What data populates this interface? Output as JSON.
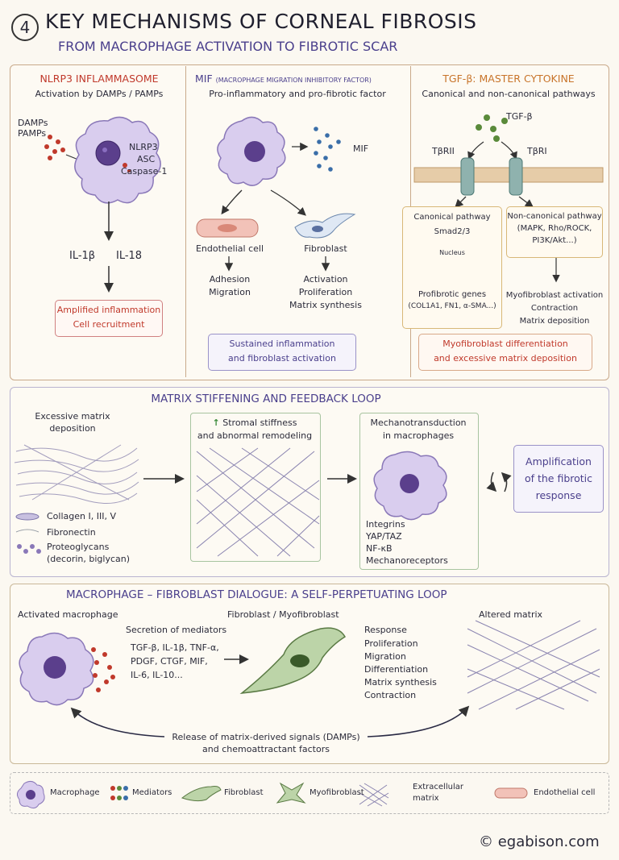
{
  "header": {
    "number": "4",
    "title": "KEY MECHANISMS OF CORNEAL FIBROSIS",
    "subtitle": "FROM MACROPHAGE ACTIVATION TO FIBROTIC SCAR"
  },
  "nlrp3": {
    "title": "NLRP3 INFLAMMASOME",
    "subtitle": "Activation by DAMPs / PAMPs",
    "damps": "DAMPs",
    "pamps": "PAMPs",
    "nlrp3_label": "NLRP3",
    "asc_label": "ASC",
    "caspase_label": "Caspase-1",
    "il1b": "IL-1β",
    "il18": "IL-18",
    "result_line1": "Amplified inflammation",
    "result_line2": "Cell recruitment"
  },
  "mif": {
    "title": "MIF",
    "title_note": "(MACROPHAGE MIGRATION INHIBITORY FACTOR)",
    "subtitle": "Pro-inflammatory and pro-fibrotic factor",
    "mif_label": "MIF",
    "endothelial": "Endothelial cell",
    "endo_effects": [
      "Adhesion",
      "Migration"
    ],
    "fibroblast": "Fibroblast",
    "fibro_effects": [
      "Activation",
      "Proliferation",
      "Matrix synthesis"
    ],
    "result_line1": "Sustained inflammation",
    "result_line2": "and fibroblast activation"
  },
  "tgf": {
    "title": "TGF-β: MASTER CYTOKINE",
    "subtitle": "Canonical and non-canonical pathways",
    "ligand": "TGF-β",
    "receptor2": "TβRII",
    "receptor1": "TβRI",
    "canonical_title": "Canonical pathway",
    "canonical_smad": "Smad2/3",
    "nucleus": "Nucleus",
    "genes_line1": "Profibrotic genes",
    "genes_line2": "(COL1A1, FN1, α-SMA...)",
    "noncanonical_title": "Non-canonical pathway",
    "noncanonical_line1": "(MAPK, Rho/ROCK,",
    "noncanonical_line2": "PI3K/Akt...)",
    "effects": [
      "Myofibroblast activation",
      "Contraction",
      "Matrix deposition"
    ],
    "result_line1": "Myofibroblast differentiation",
    "result_line2": "and excessive matrix deposition"
  },
  "matrix": {
    "title": "MATRIX STIFFENING AND FEEDBACK LOOP",
    "excess_line1": "Excessive matrix",
    "excess_line2": "deposition",
    "legend": [
      "Collagen I, III, V",
      "Fibronectin",
      "Proteoglycans",
      "(decorin, biglycan)"
    ],
    "stiff_line1": "Stromal stiffness",
    "stiff_line2": "and abnormal remodeling",
    "stiff_arrow": "↑",
    "mechano_line1": "Mechanotransduction",
    "mechano_line2": "in macrophages",
    "mechano_items": [
      "Integrins",
      "YAP/TAZ",
      "NF-κB",
      "Mechanoreceptors"
    ],
    "amp_line1": "Amplification",
    "amp_line2": "of the fibrotic",
    "amp_line3": "response"
  },
  "dialogue": {
    "title": "MACROPHAGE – FIBROBLAST DIALOGUE:  A SELF-PERPETUATING LOOP",
    "activated": "Activated macrophage",
    "secretion_title": "Secretion of mediators",
    "mediators": [
      "TGF-β, IL-1β, TNF-α,",
      "PDGF, CTGF, MIF,",
      "IL-6, IL-10..."
    ],
    "fibro_title": "Fibroblast / Myofibroblast",
    "response_items": [
      "Response",
      "Proliferation",
      "Migration",
      "Differentiation",
      "Matrix synthesis",
      "Contraction"
    ],
    "altered": "Altered matrix",
    "release_line1": "Release of matrix-derived signals (DAMPs)",
    "release_line2": "and chemoattractant factors"
  },
  "legend": {
    "macrophage": "Macrophage",
    "mediators": "Mediators",
    "fibroblast": "Fibroblast",
    "myofibroblast": "Myofibroblast",
    "ecm_line1": "Extracellular",
    "ecm_line2": "matrix",
    "endothelial": "Endothelial cell"
  },
  "footer": {
    "copyright": "© egabison.com"
  },
  "colors": {
    "macrophage": "#b9a8d8",
    "nucleus": "#5b3f8c",
    "mediator_red": "#c0392b",
    "mediator_green": "#5a8a3a",
    "mediator_blue": "#3a6ea8",
    "fibroblast": "#a8c49a",
    "title_purple": "#4a3f8c",
    "panel_border": "#c9a98a"
  }
}
